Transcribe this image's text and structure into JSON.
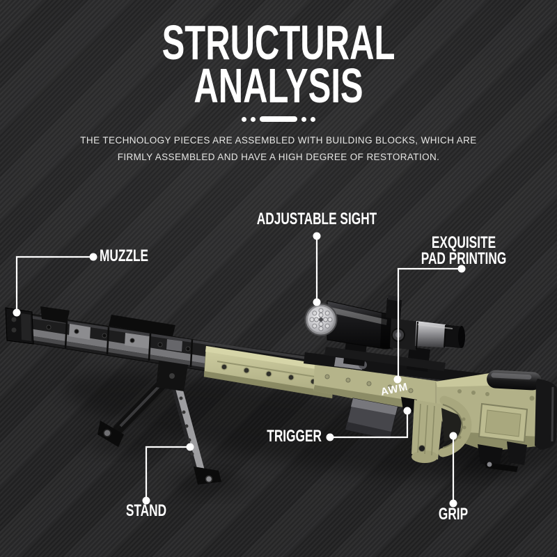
{
  "header": {
    "title_line1": "STRUCTURAL",
    "title_line2": "ANALYSIS",
    "subtitle_line1": "THE TECHNOLOGY PIECES ARE ASSEMBLED WITH BUILDING BLOCKS, WHICH ARE",
    "subtitle_line2": "FIRMLY ASSEMBLED AND HAVE A HIGH DEGREE OF RESTORATION."
  },
  "callouts": {
    "muzzle": {
      "label": "MUZZLE"
    },
    "adjustable_sight": {
      "label": "ADJUSTABLE SIGHT"
    },
    "pad_printing": {
      "label_line1": "EXQUISITE",
      "label_line2": "PAD PRINTING"
    },
    "trigger": {
      "label": "TRIGGER"
    },
    "stand": {
      "label": "STAND"
    },
    "grip": {
      "label": "GRIP"
    }
  },
  "rifle": {
    "printed_text": "AWM"
  },
  "colors": {
    "background_dark": "#232324",
    "background_stripe": "#2c2c2d",
    "title_text": "#ffffff",
    "subtitle_text": "#e6e6e4",
    "leader_line": "#ffffff",
    "body_olive": "#b5b48a",
    "scope_black": "#141415"
  }
}
